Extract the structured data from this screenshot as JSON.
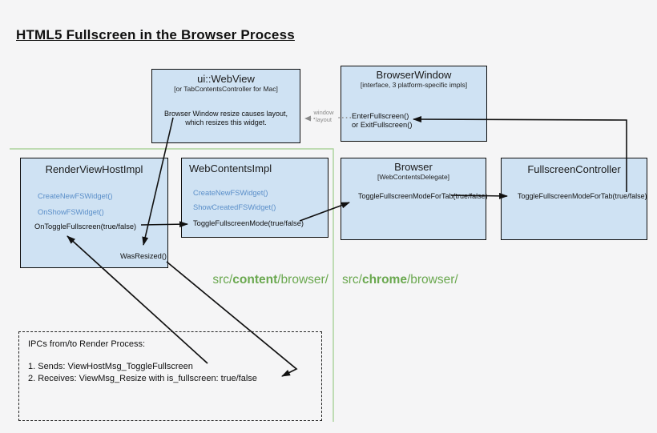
{
  "title": "HTML5 Fullscreen in the Browser Process",
  "connectors": {
    "window_layout_label": "window\nlayout"
  },
  "boxes": {
    "ui_webview": {
      "title": "ui::WebView",
      "subtitle": "[or TabContentsController for Mac]",
      "note": "Browser Window resize causes layout, which resizes this widget."
    },
    "browser_window": {
      "title": "BrowserWindow",
      "subtitle": "[interface, 3 platform-specific impls]",
      "method_line1": "EnterFullscreen()",
      "method_line2": "or ExitFullscreen()"
    },
    "render_view_host_impl": {
      "title": "RenderViewHostImpl",
      "methods": [
        {
          "label": "CreateNewFSWidget()",
          "style": "blue"
        },
        {
          "label": "OnShowFSWidget()",
          "style": "blue"
        },
        {
          "label": "OnToggleFullscreen(true/false)",
          "style": "black"
        }
      ],
      "was_resized": "WasResized()"
    },
    "web_contents_impl": {
      "title": "WebContentsImpl",
      "methods": [
        {
          "label": "CreateNewFSWidget()",
          "style": "blue"
        },
        {
          "label": "ShowCreatedFSWidget()",
          "style": "blue"
        },
        {
          "label": "ToggleFullscreenMode(true/false)",
          "style": "black"
        }
      ]
    },
    "browser": {
      "title": "Browser",
      "subtitle": "[WebContentsDelegate]",
      "method": "ToggleFullscreenModeForTab(true/false)"
    },
    "fullscreen_controller": {
      "title": "FullscreenController",
      "method": "ToggleFullscreenModeForTab(true/false)"
    }
  },
  "source_labels": {
    "content": {
      "prefix": "src/",
      "bold": "content",
      "suffix": "/browser/"
    },
    "chrome": {
      "prefix": "src/",
      "bold": "chrome",
      "suffix": "/browser/"
    }
  },
  "ipc_box": {
    "header": "IPCs from/to Render Process:",
    "items": [
      "1. Sends: ViewHostMsg_ToggleFullscreen",
      "2. Receives: ViewMsg_Resize with is_fullscreen: true/false"
    ]
  },
  "colors": {
    "background": "#f5f5f6",
    "box_fill": "#cfe2f3",
    "box_border": "#0d0d0d",
    "blue_method_text": "#5b8fc9",
    "green_line": "#b6d7a8",
    "green_text": "#6aa84f",
    "gray_connector": "#8a8a8a"
  }
}
